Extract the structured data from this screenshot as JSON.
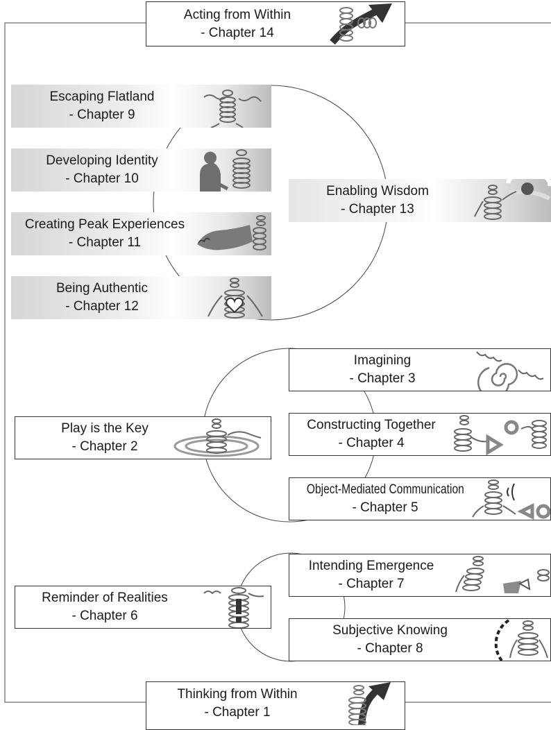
{
  "chapters": {
    "ch14": {
      "title": "Acting from Within",
      "chapter": "- Chapter 14"
    },
    "ch9": {
      "title": "Escaping Flatland",
      "chapter": "- Chapter 9"
    },
    "ch10": {
      "title": "Developing Identity",
      "chapter": "- Chapter 10"
    },
    "ch11": {
      "title": "Creating Peak Experiences",
      "chapter": "- Chapter 11"
    },
    "ch12": {
      "title": "Being Authentic",
      "chapter": "- Chapter 12"
    },
    "ch13": {
      "title": "Enabling Wisdom",
      "chapter": "- Chapter 13"
    },
    "ch3": {
      "title": "Imagining",
      "chapter": "- Chapter 3"
    },
    "ch2": {
      "title": "Play is the Key",
      "chapter": "- Chapter 2"
    },
    "ch4": {
      "title": "Constructing Together",
      "chapter": "- Chapter 4"
    },
    "ch5": {
      "title": "Object-Mediated Communication",
      "chapter": "- Chapter 5"
    },
    "ch7": {
      "title": "Intending Emergence",
      "chapter": "- Chapter 7"
    },
    "ch6": {
      "title": "Reminder of Realities",
      "chapter": "- Chapter 6"
    },
    "ch8": {
      "title": "Subjective Knowing",
      "chapter": "- Chapter 8"
    },
    "ch1": {
      "title": "Thinking from Within",
      "chapter": "- Chapter 1"
    }
  },
  "icons": [
    "coil-figure-arrow-up-icon",
    "coil-figure-walking-icon",
    "silhouette-and-coil-figure-icon",
    "coil-figure-hand-icon",
    "coil-figure-heart-icon",
    "coil-figure-sphere-icon",
    "spiral-icon",
    "coil-figure-rings-icon",
    "coil-figures-shapes-icon",
    "coil-figure-speaking-icon",
    "exclamation-figure-icon",
    "coil-figure-emergence-icon",
    "coil-figure-dashed-arc-icon"
  ],
  "colors": {
    "line": "#333333",
    "box_border": "#333333",
    "gradient_dark": "#bdbdbd",
    "gradient_light": "#ffffff",
    "figure": "#7a7a7a"
  }
}
